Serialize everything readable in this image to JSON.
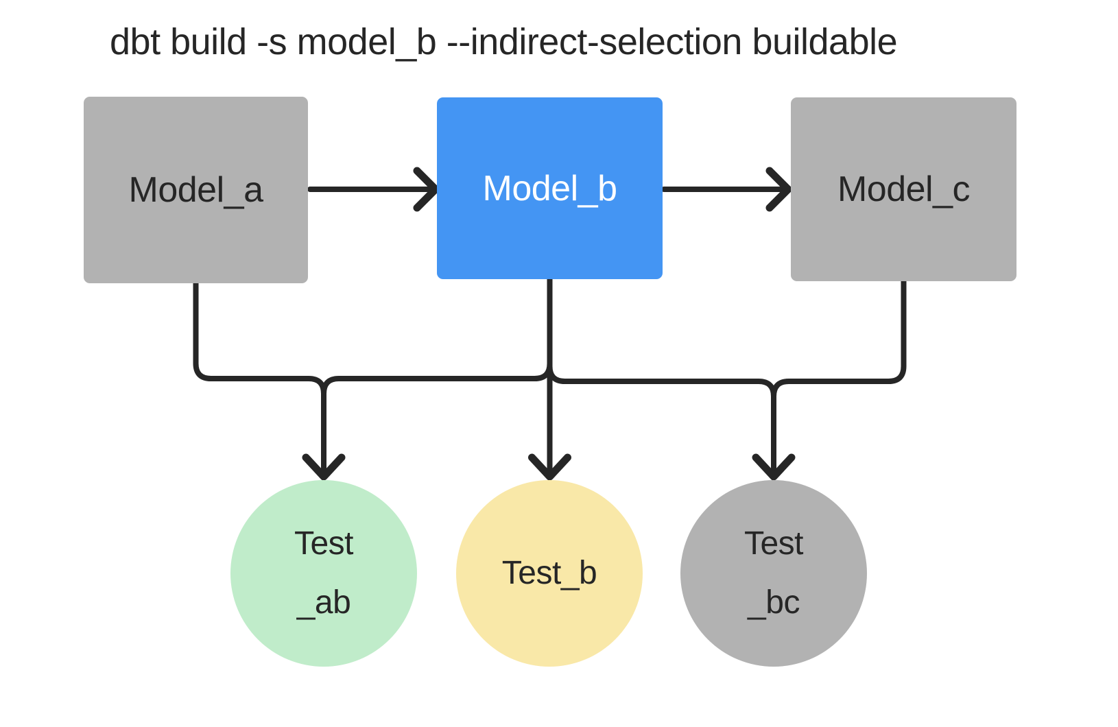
{
  "title": "dbt build -s model_b --indirect-selection buildable",
  "colors": {
    "background": "#ffffff",
    "line": "#262626",
    "text": "#262626",
    "node-gray": "#b2b2b2",
    "node-blue": "#4495f3",
    "node-blue-text": "#ffffff",
    "test-green": "#c0ecca",
    "test-yellow": "#f9e8a8",
    "test-gray": "#b2b2b2"
  },
  "models": [
    {
      "id": "model_a",
      "label": "Model_a",
      "state": "not-selected"
    },
    {
      "id": "model_b",
      "label": "Model_b",
      "state": "selected"
    },
    {
      "id": "model_c",
      "label": "Model_c",
      "state": "not-selected"
    }
  ],
  "tests": [
    {
      "id": "test_ab",
      "line1": "Test",
      "line2": "_ab"
    },
    {
      "id": "test_b",
      "line1": "Test_b",
      "line2": ""
    },
    {
      "id": "test_bc",
      "line1": "Test",
      "line2": "_bc"
    }
  ],
  "edges": [
    {
      "from": "model_a",
      "to": "model_b"
    },
    {
      "from": "model_b",
      "to": "model_c"
    },
    {
      "from": "model_a",
      "to": "test_ab"
    },
    {
      "from": "model_b",
      "to": "test_ab"
    },
    {
      "from": "model_b",
      "to": "test_b"
    },
    {
      "from": "model_b",
      "to": "test_bc"
    },
    {
      "from": "model_c",
      "to": "test_bc"
    }
  ]
}
